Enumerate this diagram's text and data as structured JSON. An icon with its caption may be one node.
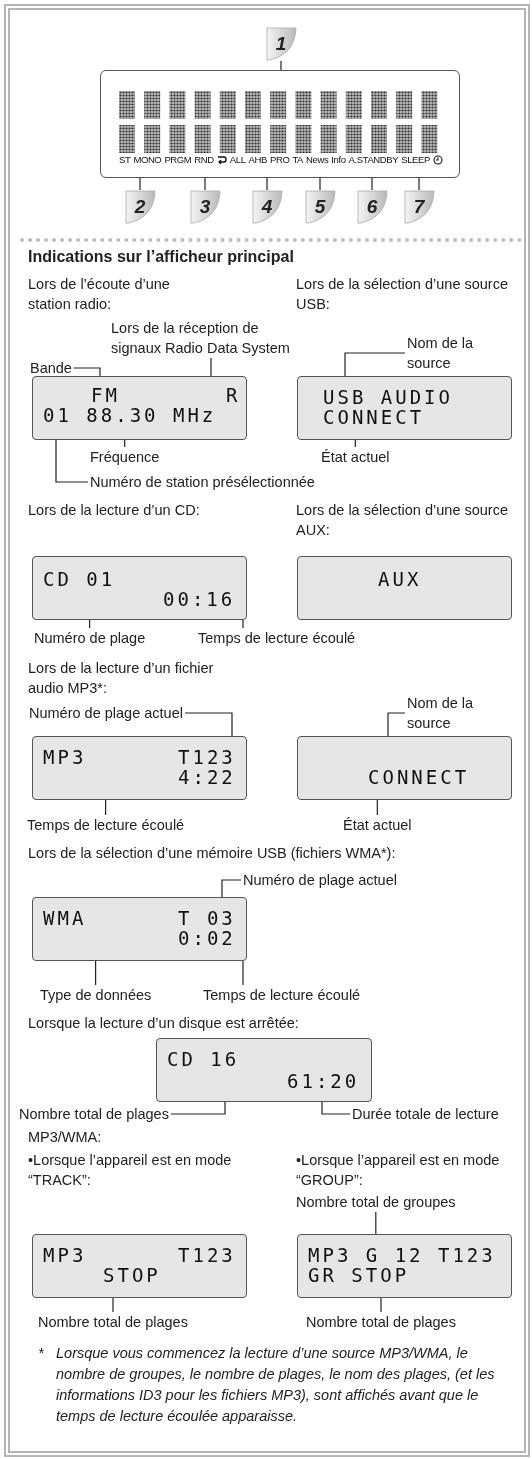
{
  "diagram": {
    "nodes": [
      {
        "text": [
          "ST",
          "MONO",
          "PRGM",
          "RND",
          "ALL",
          "AHB",
          "PRO",
          "TA",
          "News",
          "Info",
          "A.STANDBY",
          "SLEEP"
        ]
      },
      {
        "text": [
          "1"
        ]
      },
      {
        "text": [
          "2"
        ]
      },
      {
        "text": [
          "3"
        ]
      },
      {
        "text": [
          "4"
        ]
      },
      {
        "text": [
          "5"
        ]
      },
      {
        "text": [
          "6"
        ]
      },
      {
        "text": [
          "7"
        ]
      },
      {
        "text": [
          "Bande"
        ]
      },
      {
        "text": [
          "Lors de la réception de signaux Radio Data System"
        ]
      },
      {
        "text": [
          "FM",
          "R",
          "01 88.30 MHz"
        ]
      },
      {
        "text": [
          "Fréquence"
        ]
      },
      {
        "text": [
          "Numéro de station présélectionnée"
        ]
      },
      {
        "text": [
          "Nom de la source"
        ]
      },
      {
        "text": [
          "USB AUDIO",
          "CONNECT"
        ]
      },
      {
        "text": [
          "État actuel"
        ]
      },
      {
        "text": [
          "CD 01",
          "00:16"
        ]
      },
      {
        "text": [
          "Numéro de plage"
        ]
      },
      {
        "text": [
          "Temps de lecture écoulé"
        ]
      },
      {
        "text": [
          "AUX"
        ]
      },
      {
        "text": [
          "Numéro de plage actuel"
        ]
      },
      {
        "text": [
          "MP3",
          "T123",
          "4:22"
        ]
      },
      {
        "text": [
          "Temps de lecture écoulé"
        ]
      },
      {
        "text": [
          "Nom de la source"
        ]
      },
      {
        "text": [
          "CONNECT"
        ]
      },
      {
        "text": [
          "État actuel"
        ]
      },
      {
        "text": [
          "Numéro de plage actuel"
        ]
      },
      {
        "text": [
          "WMA",
          "T 03",
          "0:02"
        ]
      },
      {
        "text": [
          "Type de données"
        ]
      },
      {
        "text": [
          "Temps de lecture écoulé"
        ]
      },
      {
        "text": [
          "CD 16",
          "61:20"
        ]
      },
      {
        "text": [
          "Nombre total de plages"
        ]
      },
      {
        "text": [
          "Durée totale de lecture"
        ]
      },
      {
        "text": [
          "MP3",
          "T123",
          "STOP"
        ]
      },
      {
        "text": [
          "Nombre total de plages"
        ]
      },
      {
        "text": [
          "Nombre total de groupes"
        ]
      },
      {
        "text": [
          "MP3 G 12 T123",
          "GR STOP"
        ]
      },
      {
        "text": [
          "Nombre total de plages"
        ]
      }
    ],
    "edges": [
      {
        "from": 1,
        "to": 0,
        "arrow": "none"
      },
      {
        "from": 2,
        "to": 0,
        "arrow": "none"
      },
      {
        "from": 3,
        "to": 0,
        "arrow": "none"
      },
      {
        "from": 4,
        "to": 0,
        "arrow": "none"
      },
      {
        "from": 5,
        "to": 0,
        "arrow": "none"
      },
      {
        "from": 6,
        "to": 0,
        "arrow": "none"
      },
      {
        "from": 7,
        "to": 0,
        "arrow": "none"
      },
      {
        "from": 8,
        "to": 10,
        "arrow": "none"
      },
      {
        "from": 9,
        "to": 10,
        "arrow": "none"
      },
      {
        "from": 11,
        "to": 10,
        "arrow": "none"
      },
      {
        "from": 12,
        "to": 10,
        "arrow": "none"
      },
      {
        "from": 13,
        "to": 14,
        "arrow": "none"
      },
      {
        "from": 15,
        "to": 14,
        "arrow": "none"
      },
      {
        "from": 17,
        "to": 16,
        "arrow": "none"
      },
      {
        "from": 18,
        "to": 16,
        "arrow": "none"
      },
      {
        "from": 20,
        "to": 21,
        "arrow": "none"
      },
      {
        "from": 22,
        "to": 21,
        "arrow": "none"
      },
      {
        "from": 23,
        "to": 24,
        "arrow": "none"
      },
      {
        "from": 25,
        "to": 24,
        "arrow": "none"
      },
      {
        "from": 26,
        "to": 27,
        "arrow": "none"
      },
      {
        "from": 28,
        "to": 27,
        "arrow": "none"
      },
      {
        "from": 29,
        "to": 27,
        "arrow": "none"
      },
      {
        "from": 31,
        "to": 30,
        "arrow": "none"
      },
      {
        "from": 32,
        "to": 30,
        "arrow": "none"
      },
      {
        "from": 34,
        "to": 33,
        "arrow": "none"
      },
      {
        "from": 35,
        "to": 36,
        "arrow": "none"
      },
      {
        "from": 37,
        "to": 36,
        "arrow": "none"
      }
    ],
    "labels": [
      "Indications sur l’afficheur principal",
      "Lors de l’écoute d’une station radio:",
      "Lors de la sélection d’une source USB:",
      "Lors de la lecture d’un CD:",
      "Lors de la sélection d’une source AUX:",
      "Lors de la lecture d’un fichier audio MP3*:",
      "Lors de la sélection d’une mémoire USB (fichiers WMA*):",
      "Lorsque la lecture d’un disque est arrêtée:",
      "MP3/WMA:",
      "•Lorsque l’appareil est en mode “TRACK”:",
      "•Lorsque l’appareil est en mode “GROUP”:",
      "*",
      "Lorsque vous commencez la lecture d’une source MP3/WMA, le nombre de groupes, le nombre de plages, le nom des plages, (et les informations ID3 pour les fichiers MP3), sont affichés avant que le temps de lecture écoulée apparaisse."
    ]
  }
}
